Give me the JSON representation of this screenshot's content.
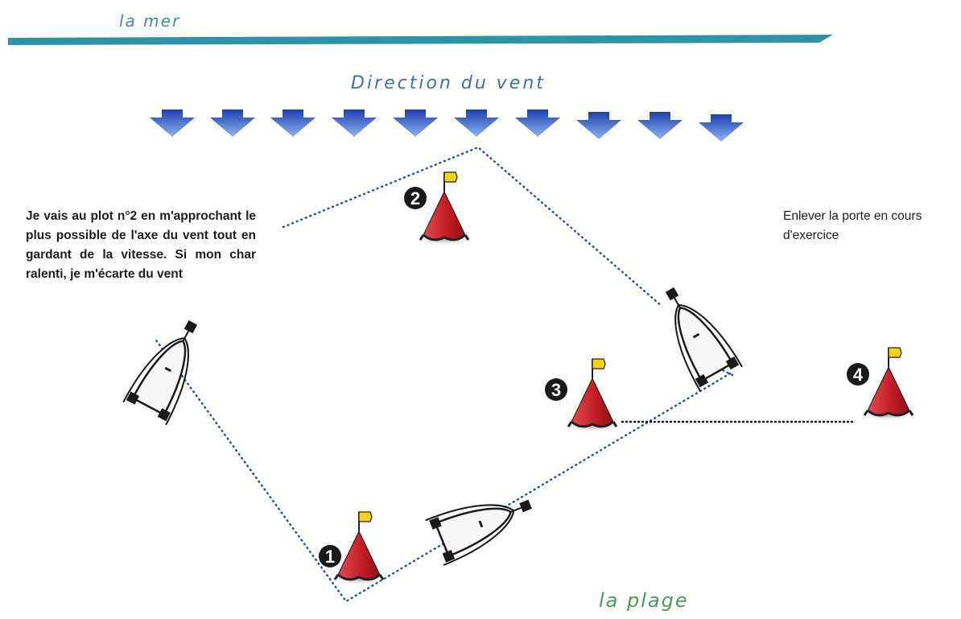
{
  "sea_label": "la mer",
  "beach_label": "la plage",
  "wind_label": "Direction du vent",
  "instruction_left": "Je vais au plot n°2 en m'approchant le plus possible de l'axe du vent tout en gardant de la vitesse. Si mon char ralenti, je m'écarte du vent",
  "instruction_right": "Enlever la porte en cours d'exercice",
  "markers": [
    {
      "number": "1"
    },
    {
      "number": "2"
    },
    {
      "number": "3"
    },
    {
      "number": "4"
    }
  ],
  "colors": {
    "sea": "#2f93a8",
    "wind_arrow": "#3a6ccb",
    "cone": "#c8202a",
    "flag": "#f5d21a",
    "route": "#1f4fa8"
  }
}
